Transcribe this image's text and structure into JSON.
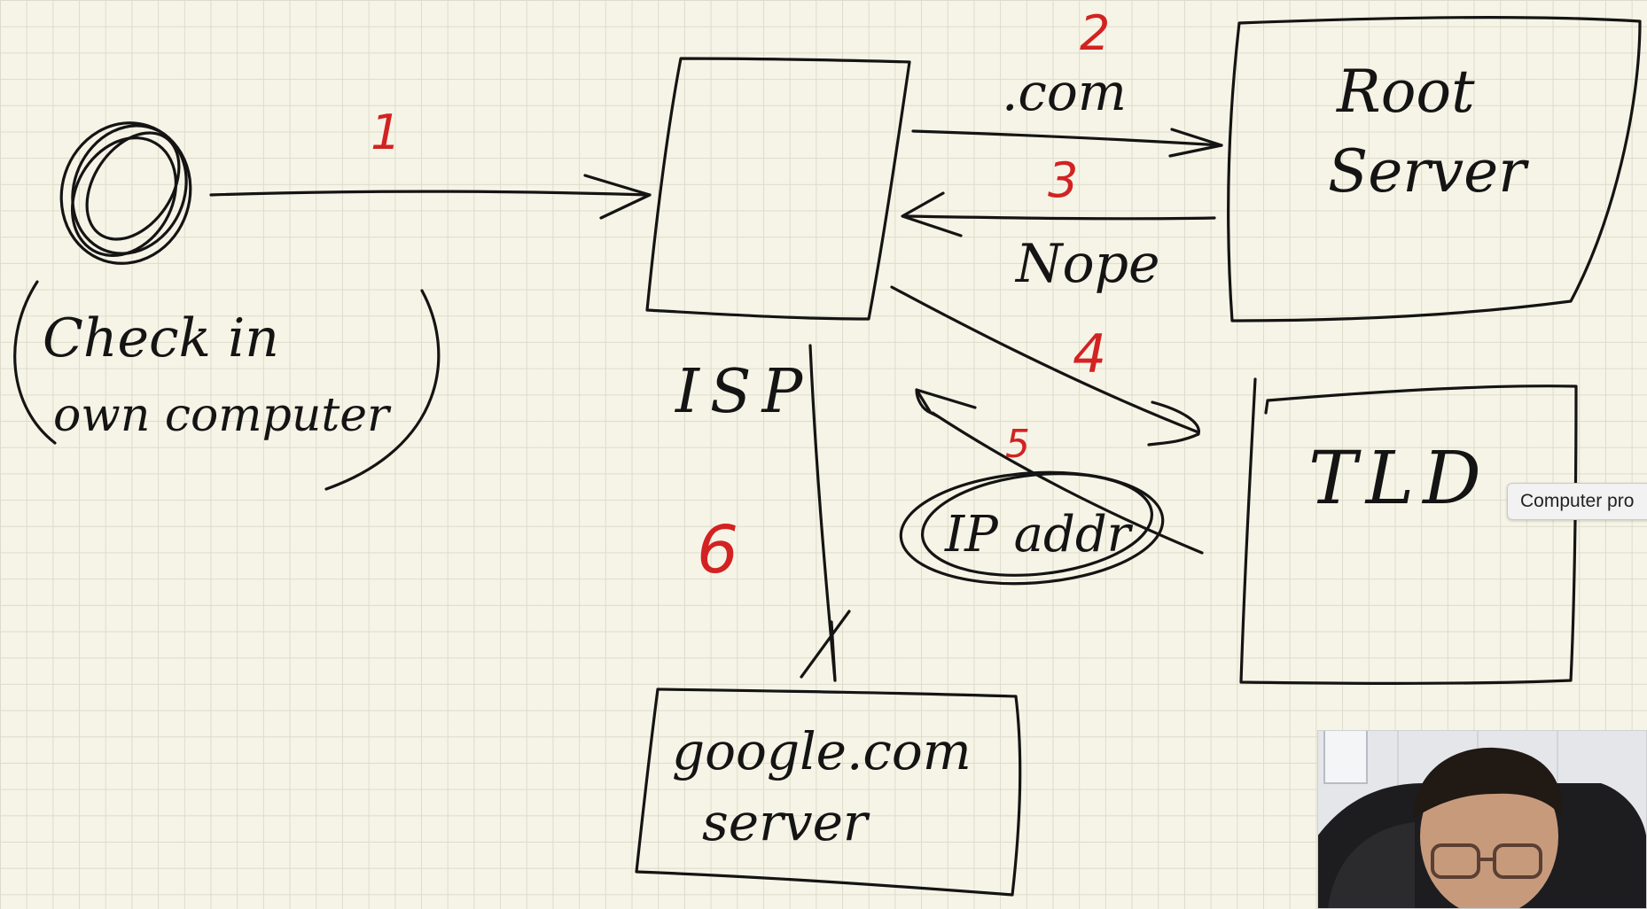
{
  "step_numbers": {
    "s1": "1",
    "s2": "2",
    "s3": "3",
    "s4": "4",
    "s5": "5",
    "s6": "6"
  },
  "nodes": {
    "computer_note_line1": "Check in",
    "computer_note_line2": "own computer",
    "isp": "ISP",
    "root_line1": "Root",
    "root_line2": "Server",
    "tld": "TLD",
    "google_line1": "google.com",
    "google_line2": "server"
  },
  "edge_labels": {
    "com": ".com",
    "nope": "Nope",
    "ip_addr": "IP addr"
  },
  "tooltip": {
    "text": "Computer pro"
  },
  "colors": {
    "ink": "#141414",
    "step_red": "#d32222",
    "paper": "#f6f4e6",
    "grid": "#dcdccb"
  }
}
